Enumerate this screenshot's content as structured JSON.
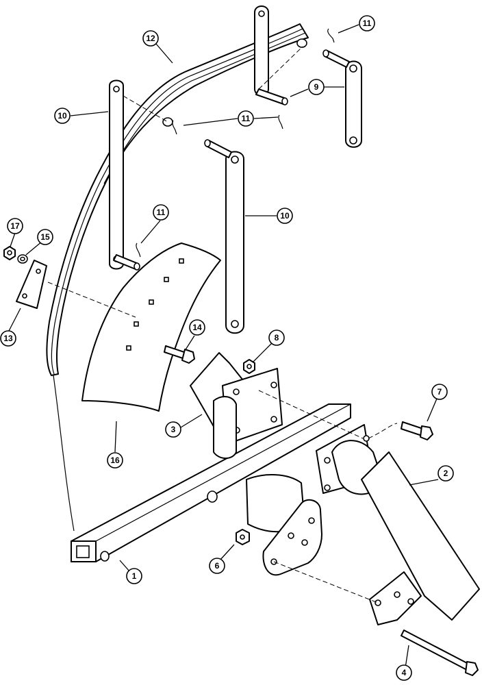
{
  "callouts": [
    {
      "id": "c1",
      "label": "1"
    },
    {
      "id": "c2",
      "label": "2"
    },
    {
      "id": "c3",
      "label": "3"
    },
    {
      "id": "c4",
      "label": "4"
    },
    {
      "id": "c6",
      "label": "6"
    },
    {
      "id": "c7",
      "label": "7"
    },
    {
      "id": "c8",
      "label": "8"
    },
    {
      "id": "c9",
      "label": "9"
    },
    {
      "id": "c10a",
      "label": "10"
    },
    {
      "id": "c10b",
      "label": "10"
    },
    {
      "id": "c11a",
      "label": "11"
    },
    {
      "id": "c11b",
      "label": "11"
    },
    {
      "id": "c11c",
      "label": "11"
    },
    {
      "id": "c12",
      "label": "12"
    },
    {
      "id": "c13",
      "label": "13"
    },
    {
      "id": "c14",
      "label": "14"
    },
    {
      "id": "c15",
      "label": "15"
    },
    {
      "id": "c16",
      "label": "16"
    },
    {
      "id": "c17",
      "label": "17"
    }
  ]
}
